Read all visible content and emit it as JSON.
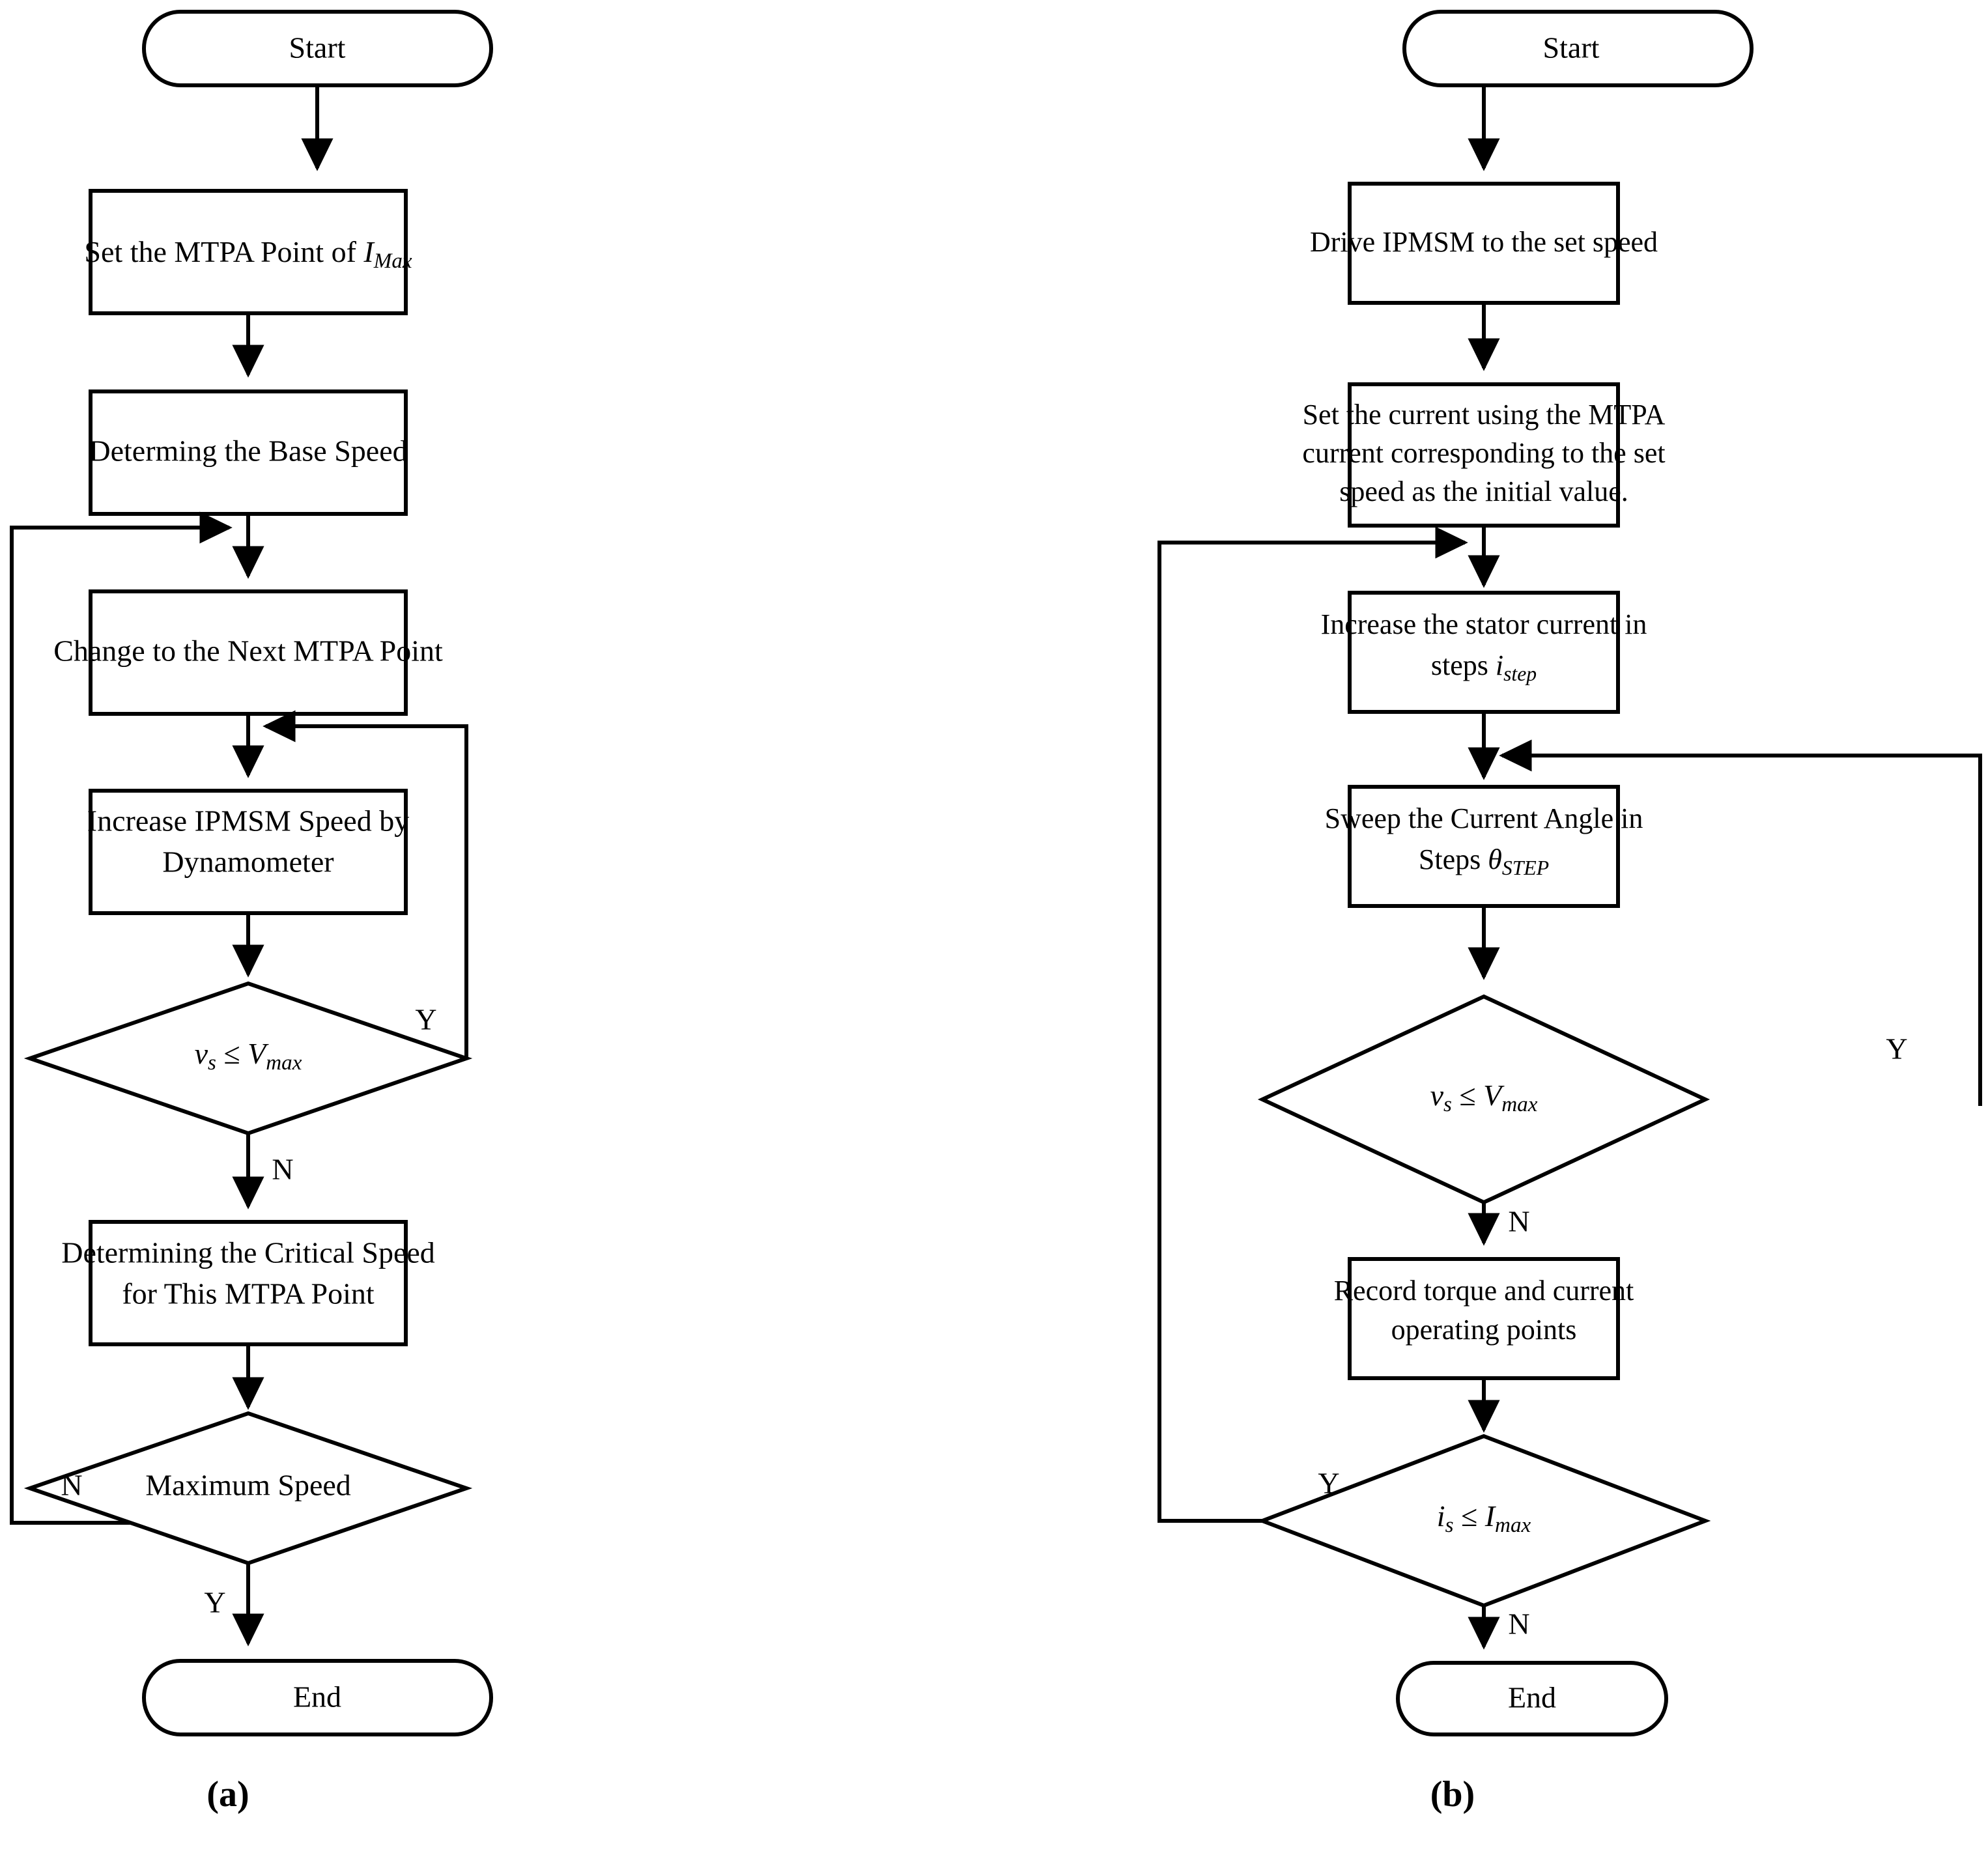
{
  "figure": {
    "panels": [
      {
        "id": "a",
        "caption": "(a)",
        "nodes": [
          {
            "key": "start",
            "type": "terminator",
            "text": "Start"
          },
          {
            "key": "set_mtpa",
            "type": "process",
            "text": "Set the MTPA Point of ",
            "math_var": "I",
            "math_sub": "Max"
          },
          {
            "key": "base_speed",
            "type": "process",
            "text": "Determing the Base Speed"
          },
          {
            "key": "next_mtpa",
            "type": "process",
            "text": "Change to the Next MTPA Point"
          },
          {
            "key": "increase",
            "type": "process",
            "line1": "Increase IPMSM Speed by",
            "line2": "Dynamometer"
          },
          {
            "key": "vs_check",
            "type": "decision",
            "lhs": "v",
            "lhs_sub": "s",
            "op": "≤",
            "rhs": "V",
            "rhs_sub": "max"
          },
          {
            "key": "critical",
            "type": "process",
            "line1": "Determining the Critical Speed",
            "line2": "for This MTPA Point"
          },
          {
            "key": "max_speed",
            "type": "decision",
            "text": "Maximum Speed"
          },
          {
            "key": "end",
            "type": "terminator",
            "text": "End"
          }
        ],
        "edge_labels": {
          "vs_check_yes": "Y",
          "vs_check_no": "N",
          "max_speed_no": "N",
          "max_speed_yes": "Y"
        }
      },
      {
        "id": "b",
        "caption": "(b)",
        "nodes": [
          {
            "key": "start",
            "type": "terminator",
            "text": "Start"
          },
          {
            "key": "drive",
            "type": "process",
            "text": "Drive IPMSM to the set speed"
          },
          {
            "key": "set_cur",
            "type": "process",
            "line1": "Set the current using the MTPA",
            "line2": "current corresponding to the set",
            "line3": "speed as the initial value."
          },
          {
            "key": "inc_stator",
            "type": "process",
            "line1": "Increase the stator current in",
            "line2": "steps ",
            "math_var": "i",
            "math_sub": "step"
          },
          {
            "key": "sweep",
            "type": "process",
            "line1": "Sweep the Current Angle in",
            "line2": "Steps ",
            "math_var": "θ",
            "math_sub": "STEP"
          },
          {
            "key": "vs_check",
            "type": "decision",
            "lhs": "v",
            "lhs_sub": "s",
            "op": "≤",
            "rhs": "V",
            "rhs_sub": "max"
          },
          {
            "key": "record",
            "type": "process",
            "line1": "Record torque and current",
            "line2": "operating points"
          },
          {
            "key": "is_check",
            "type": "decision",
            "lhs": "i",
            "lhs_sub": "s",
            "op": "≤",
            "rhs": "I",
            "rhs_sub": "max"
          },
          {
            "key": "end",
            "type": "terminator",
            "text": "End"
          }
        ],
        "edge_labels": {
          "vs_check_yes": "Y",
          "vs_check_no": "N",
          "is_check_yes": "Y",
          "is_check_no": "N"
        }
      }
    ],
    "colors": {
      "stroke": "#000000",
      "fill": "#ffffff",
      "background": "#ffffff"
    }
  }
}
